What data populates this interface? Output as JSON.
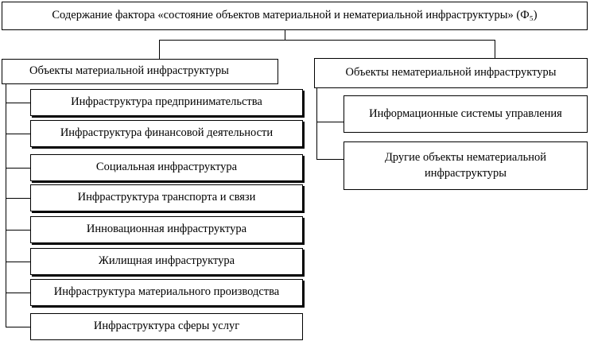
{
  "root": {
    "label": "Содержание фактора «состояние объектов материальной и нематериальной инфраструктуры» (Ф₅)"
  },
  "material": {
    "heading": "Объекты материальной инфраструктуры",
    "items": [
      "Инфраструктура предпринимательства",
      "Инфраструктура финансовой деятельности",
      "Социальная инфраструктура",
      "Инфраструктура транспорта и связи",
      "Инновационная инфраструктура",
      "Жилищная инфраструктура",
      "Инфраструктура материального производства",
      "Инфраструктура сферы услуг"
    ]
  },
  "nonmaterial": {
    "heading": "Объекты нематериальной инфраструктуры",
    "items": [
      "Информационные системы управления",
      "Другие объекты нематериальной инфраструктуры"
    ]
  }
}
